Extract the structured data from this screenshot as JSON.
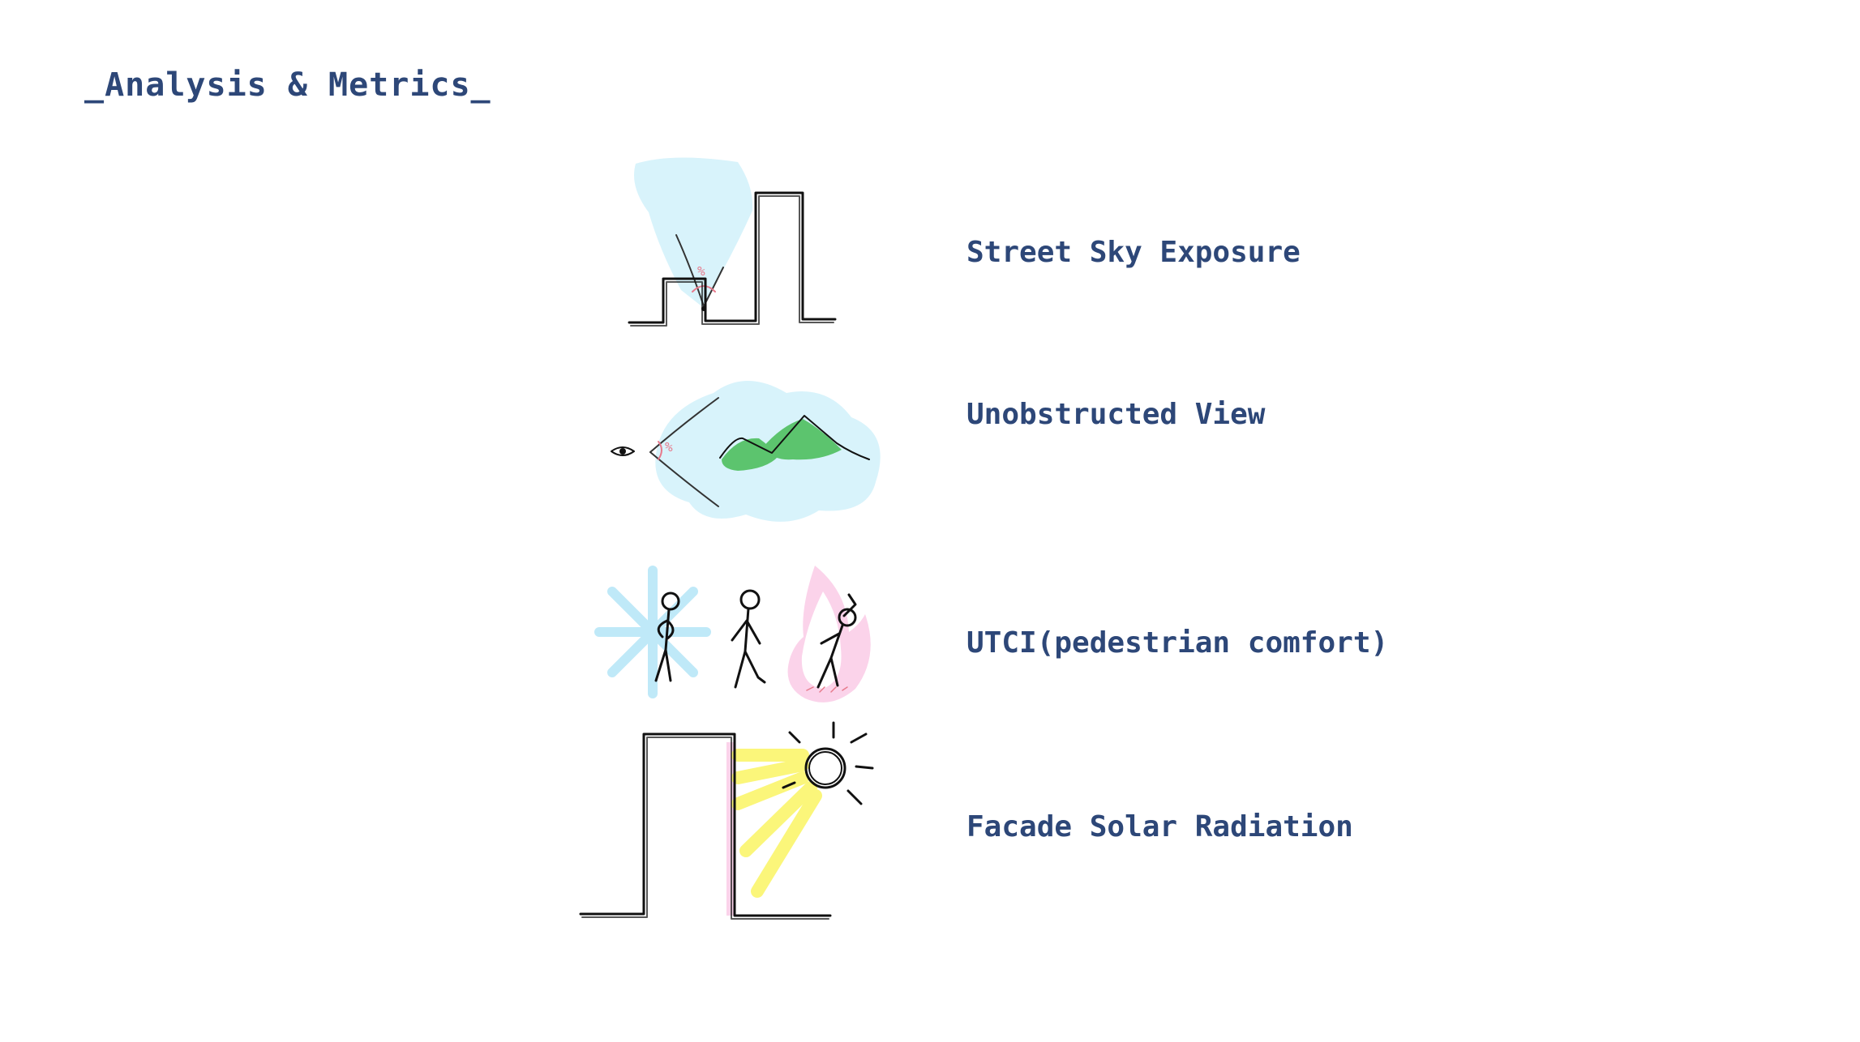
{
  "page": {
    "title": "_Analysis & Metrics_"
  },
  "metrics": [
    {
      "label": "Street Sky Exposure",
      "icon": "street-sky-exposure-icon"
    },
    {
      "label": "Unobstructed View",
      "icon": "unobstructed-view-icon"
    },
    {
      "label": "UTCI(pedestrian comfort)",
      "icon": "pedestrian-comfort-icon"
    },
    {
      "label": "Facade Solar Radiation",
      "icon": "facade-solar-radiation-icon"
    }
  ],
  "sketch_marks": {
    "angle_symbol": "%"
  },
  "colors": {
    "text": "#2d4778",
    "sky": "#d8f3fb",
    "mountain": "#5cc46e",
    "cold": "#bfe9f8",
    "heat": "#fbd3ea",
    "sun_rays": "#fbf67a",
    "angle_mark": "#e77a8c",
    "ink": "#111111"
  }
}
